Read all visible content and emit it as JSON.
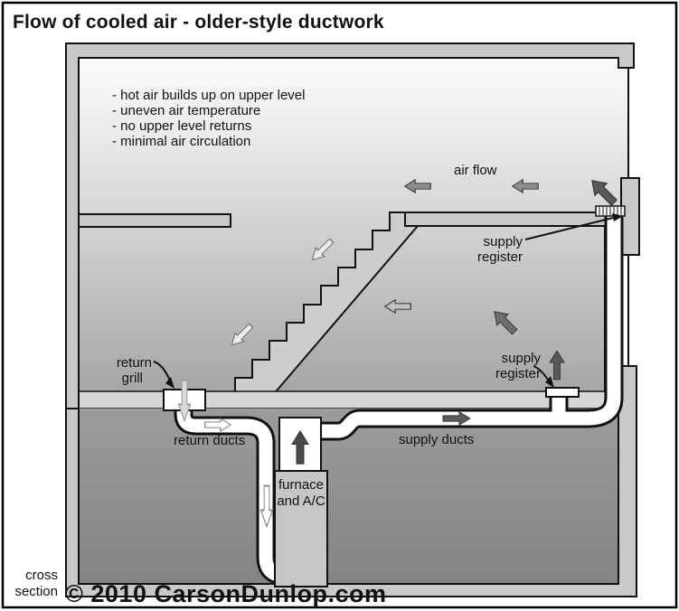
{
  "title": "Flow of cooled air - older-style ductwork",
  "issues": {
    "line1": "- hot air builds up on upper level",
    "line2": "- uneven air temperature",
    "line3": "- no upper level returns",
    "line4": "- minimal air circulation"
  },
  "labels": {
    "air_flow": "air flow",
    "supply": "supply",
    "register": "register",
    "return_word": "return",
    "grill": "grill",
    "return_ducts": "return ducts",
    "supply_ducts": "supply ducts",
    "furnace_line1": "furnace",
    "furnace_line2": "and A/C",
    "cross": "cross",
    "section": "section"
  },
  "copyright": "© 2010 CarsonDunlop.com",
  "colors": {
    "wall_gray": "#c9c9c9",
    "duct_white": "#ffffff",
    "arrow_dark": "#5a5a5a",
    "arrow_mid_gray": "#8c8c8c",
    "copyright_red": "#cc3344",
    "outline": "#111111"
  }
}
